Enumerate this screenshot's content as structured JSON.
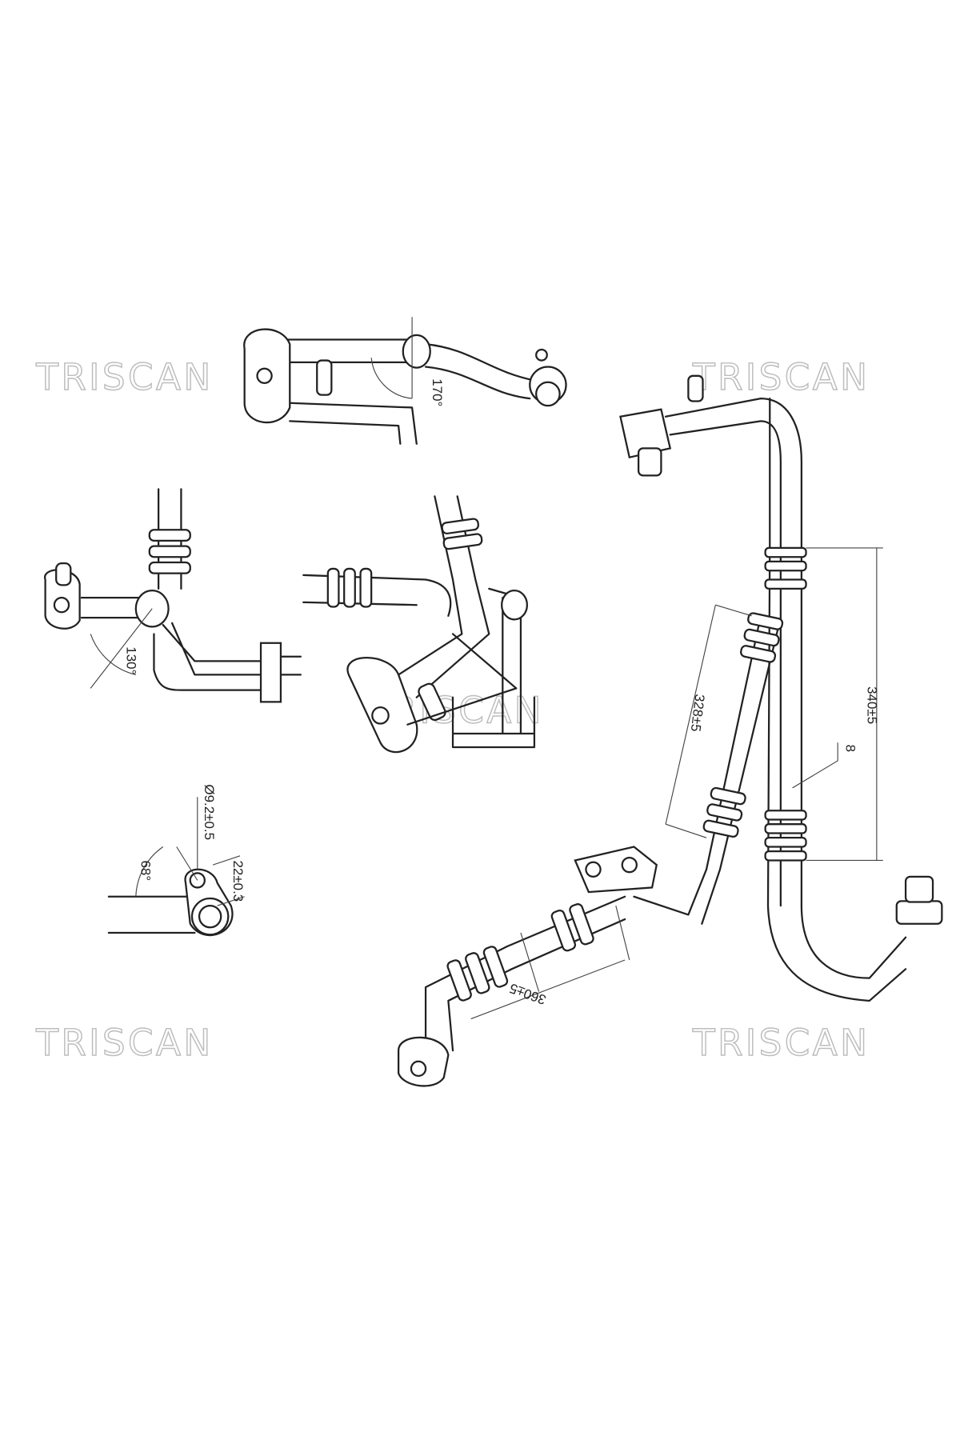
{
  "watermark": "TRISCAN",
  "watermarks": [
    "TRISCAN",
    "TRISCAN",
    "TRISCAN",
    "TRISCAN",
    "TRISCAN"
  ],
  "dimensions": {
    "angle_top": "170°",
    "angle_left": "130°",
    "length_a": "328±5",
    "length_b": "340±5",
    "callout": "8",
    "length_c": "360±5",
    "diameter": "Ø9.2±0.5",
    "angle_detail": "68°",
    "width_detail": "22±0.3"
  }
}
